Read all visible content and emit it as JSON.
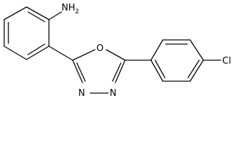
{
  "diagram": {
    "type": "chemical-structure",
    "atom_labels": {
      "amine": "NH",
      "amine_subscript": "2",
      "oxygen": "O",
      "nitrogen_left": "N",
      "nitrogen_right": "N",
      "chlorine": "Cl"
    },
    "colors": {
      "bond": "#000000",
      "label": "#000000",
      "background": "#ffffff"
    }
  }
}
